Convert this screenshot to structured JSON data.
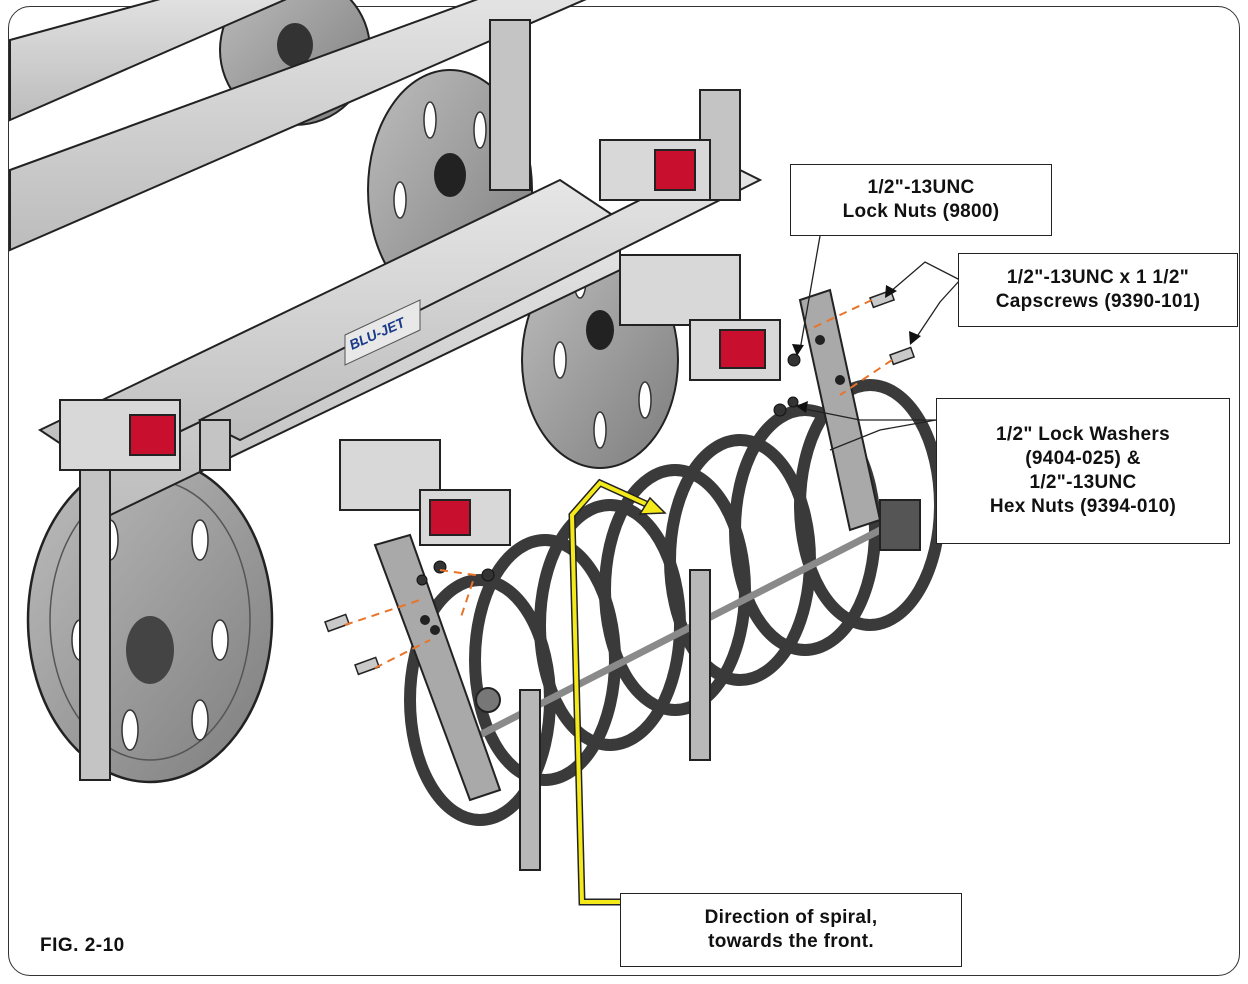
{
  "figure": {
    "label": "FIG. 2-10"
  },
  "callouts": {
    "lock_nuts": {
      "line1": "1/2\"-13UNC",
      "line2": "Lock Nuts (9800)"
    },
    "capscrews": {
      "line1": "1/2\"-13UNC x 1 1/2\"",
      "line2": "Capscrews (9390-101)"
    },
    "washers": {
      "line1": "1/2\" Lock Washers",
      "line2": "(9404-025) &",
      "line3": "1/2\"-13UNC",
      "line4": "Hex Nuts (9394-010)"
    },
    "spiral_direction": {
      "line1": "Direction of spiral,",
      "line2": "towards the front."
    }
  },
  "brand_decal": {
    "text": "BLU-JET"
  },
  "colors": {
    "frame_steel": "#d2d2d2",
    "reflector_red": "#c8102e",
    "highlight_yellow": "#f4ea1a",
    "leader_orange": "#e8742a"
  }
}
